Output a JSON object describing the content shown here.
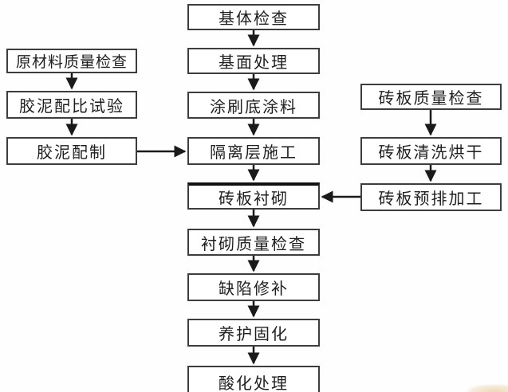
{
  "diagram": {
    "type": "flowchart",
    "colors": {
      "background": "#fefefe",
      "node_fill": "#ffffff",
      "node_border": "#3d3d3d",
      "text": "#1e1e1e",
      "arrow": "#1a1a1a",
      "watermark_tint": "#e2ba80"
    },
    "nodes": {
      "center": [
        {
          "label": "基体检查"
        },
        {
          "label": "基面处理"
        },
        {
          "label": "涂刷底涂料"
        },
        {
          "label": "隔离层施工"
        },
        {
          "label": "砖板衬砌"
        },
        {
          "label": "衬砌质量检查"
        },
        {
          "label": "缺陷修补"
        },
        {
          "label": "养护固化"
        },
        {
          "label": "酸化处理"
        }
      ],
      "left": [
        {
          "label": "原材料质量检查"
        },
        {
          "label": "胶泥配比试验"
        },
        {
          "label": "胶泥配制"
        }
      ],
      "right": [
        {
          "label": "砖板质量检查"
        },
        {
          "label": "砖板清洗烘干"
        },
        {
          "label": "砖板预排加工"
        }
      ]
    },
    "edges": [
      "基体检查→基面处理",
      "基面处理→涂刷底涂料",
      "涂刷底涂料→隔离层施工",
      "隔离层施工→砖板衬砌",
      "砖板衬砌→衬砌质量检查",
      "衬砌质量检查→缺陷修补",
      "缺陷修补→养护固化",
      "养护固化→酸化处理",
      "原材料质量检查→胶泥配比试验",
      "胶泥配比试验→胶泥配制",
      "胶泥配制→隔离层施工",
      "砖板质量检查→砖板清洗烘干",
      "砖板清洗烘干→砖板预排加工",
      "砖板预排加工→砖板衬砌"
    ]
  }
}
